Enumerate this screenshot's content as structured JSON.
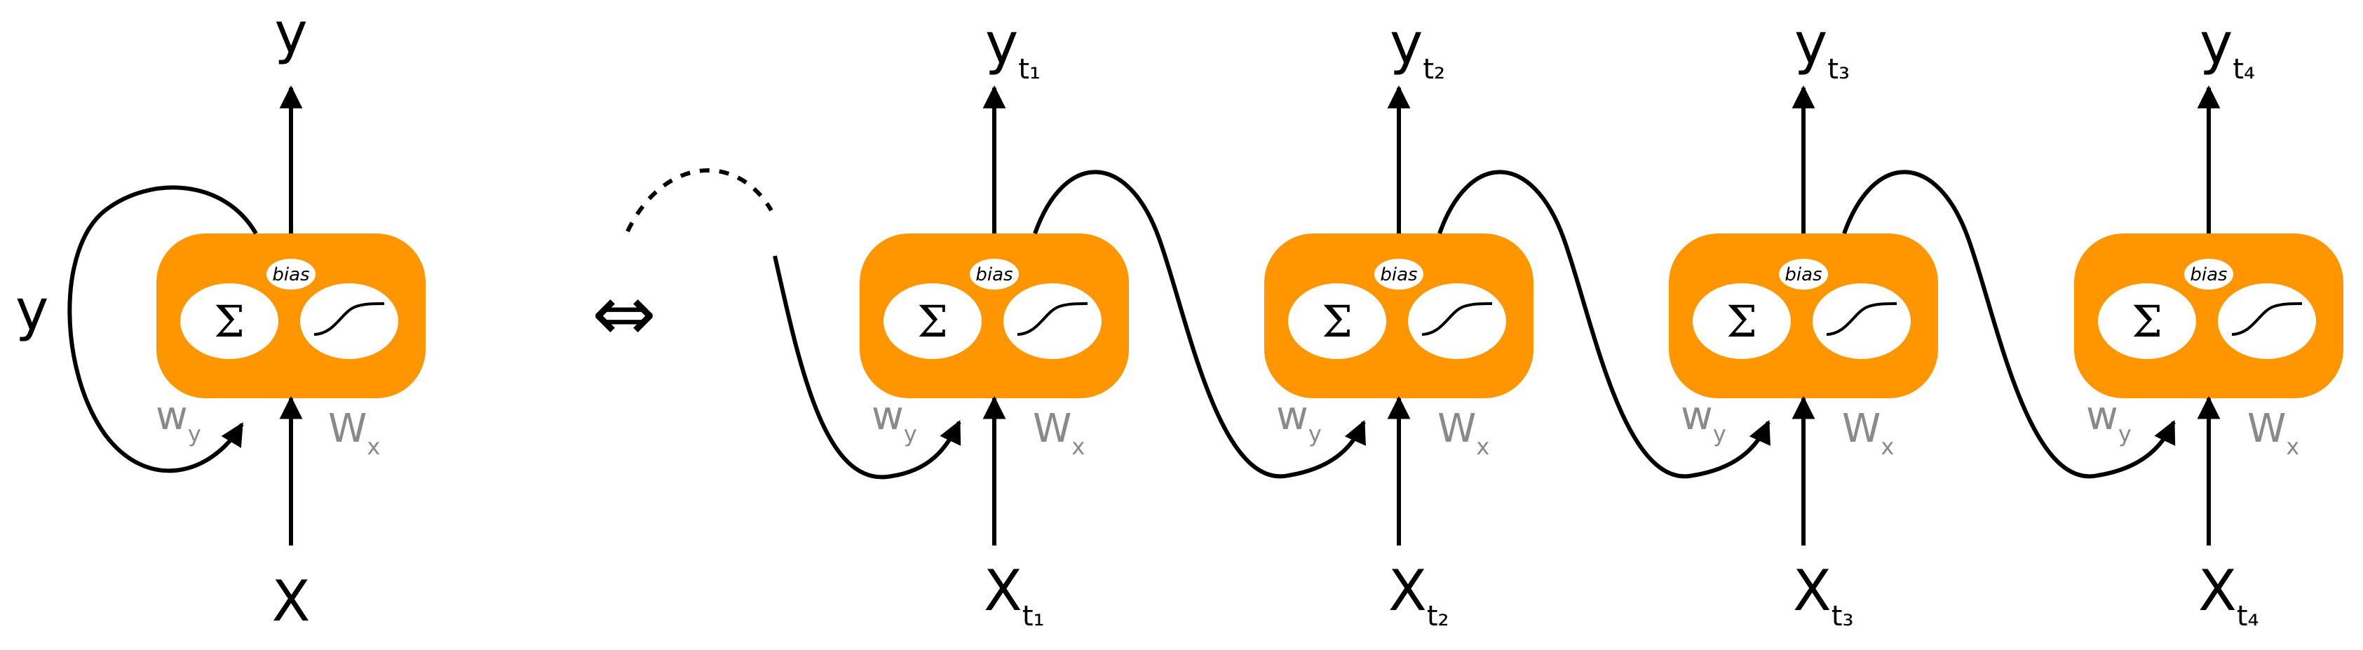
{
  "folded": {
    "output_label": "y",
    "input_label": "X",
    "loop_label": "y",
    "weight_y": {
      "base": "w",
      "sub": "y"
    },
    "weight_x": {
      "base": "W",
      "sub": "x"
    },
    "node": {
      "bias_label": "bias",
      "sum_symbol": "Σ"
    }
  },
  "equivalence_symbol": "⇔",
  "unrolled": [
    {
      "output": {
        "base": "y",
        "sub": "t₁"
      },
      "input": {
        "base": "X",
        "sub": "t₁"
      },
      "weight_y": {
        "base": "w",
        "sub": "y"
      },
      "weight_x": {
        "base": "W",
        "sub": "x"
      },
      "bias_label": "bias",
      "sum_symbol": "Σ"
    },
    {
      "output": {
        "base": "y",
        "sub": "t₂"
      },
      "input": {
        "base": "X",
        "sub": "t₂"
      },
      "weight_y": {
        "base": "w",
        "sub": "y"
      },
      "weight_x": {
        "base": "W",
        "sub": "x"
      },
      "bias_label": "bias",
      "sum_symbol": "Σ"
    },
    {
      "output": {
        "base": "y",
        "sub": "t₃"
      },
      "input": {
        "base": "X",
        "sub": "t₃"
      },
      "weight_y": {
        "base": "w",
        "sub": "y"
      },
      "weight_x": {
        "base": "W",
        "sub": "x"
      },
      "bias_label": "bias",
      "sum_symbol": "Σ"
    },
    {
      "output": {
        "base": "y",
        "sub": "t₄"
      },
      "input": {
        "base": "X",
        "sub": "t₄"
      },
      "weight_y": {
        "base": "w",
        "sub": "y"
      },
      "weight_x": {
        "base": "W",
        "sub": "x"
      },
      "bias_label": "bias",
      "sum_symbol": "Σ"
    }
  ],
  "colors": {
    "node_fill": "#FF9600",
    "line": "#000000",
    "weight_text": "#8A8A8A",
    "inner_fill": "#FFFFFF"
  }
}
